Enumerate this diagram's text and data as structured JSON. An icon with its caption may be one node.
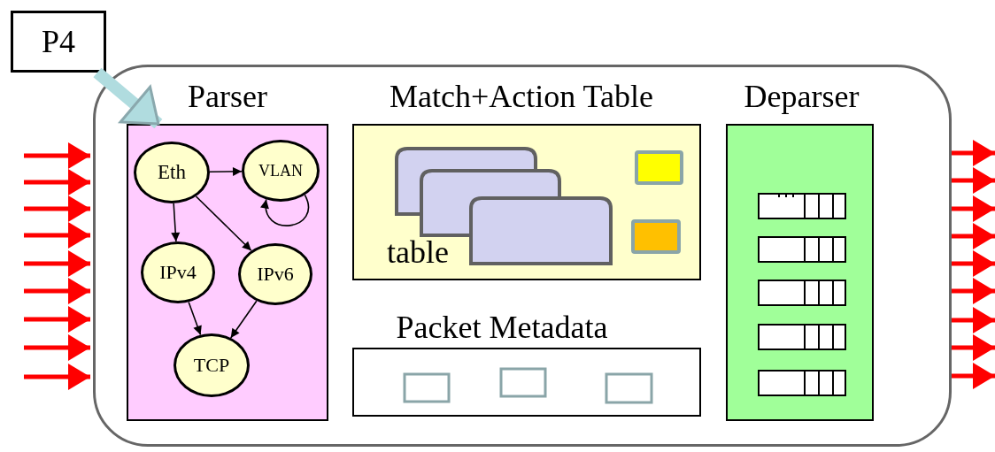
{
  "diagram": {
    "nodes": [
      {
        "text": [
          "P4"
        ]
      },
      {
        "text": [],
        "shape": "box"
      },
      {
        "text": [
          "Parser"
        ],
        "in": 1
      },
      {
        "text": [
          "Eth"
        ],
        "in": 2
      },
      {
        "text": [
          "VLAN"
        ],
        "in": 2
      },
      {
        "text": [
          "IPv4"
        ],
        "in": 2
      },
      {
        "text": [
          "IPv6"
        ],
        "in": 2
      },
      {
        "text": [
          "TCP"
        ],
        "in": 2
      },
      {
        "text": [
          "Match+Action Table"
        ],
        "in": 1
      },
      {
        "text": [
          "Packet Metadata"
        ],
        "in": 1
      },
      {
        "text": [
          "Deparser"
        ],
        "in": 1
      }
    ],
    "edges": [
      {
        "from": 0,
        "to": 2,
        "arrow": "to",
        "style": "thick",
        "color": "#b0dcdf"
      },
      {
        "from": 3,
        "to": 4,
        "arrow": "to",
        "color": "#000000"
      },
      {
        "from": 4,
        "to": 4,
        "arrow": "to",
        "color": "#000000"
      },
      {
        "from": 3,
        "to": 5,
        "arrow": "to",
        "color": "#000000"
      },
      {
        "from": 3,
        "to": 6,
        "arrow": "to",
        "color": "#000000"
      },
      {
        "from": 5,
        "to": 7,
        "arrow": "to",
        "color": "#000000"
      },
      {
        "from": 6,
        "to": 7,
        "arrow": "to",
        "color": "#000000"
      },
      {
        "from": null,
        "to": 1,
        "arrow": "to"
      },
      {
        "from": null,
        "to": 1,
        "arrow": "to"
      },
      {
        "from": null,
        "to": 1,
        "arrow": "to"
      },
      {
        "from": null,
        "to": 1,
        "arrow": "to"
      },
      {
        "from": null,
        "to": 1,
        "arrow": "to"
      },
      {
        "from": null,
        "to": 1,
        "arrow": "to"
      },
      {
        "from": null,
        "to": 1,
        "arrow": "to"
      },
      {
        "from": null,
        "to": 1,
        "arrow": "to"
      },
      {
        "from": null,
        "to": 1,
        "arrow": "to"
      },
      {
        "from": 1,
        "to": null,
        "arrow": "to"
      },
      {
        "from": 1,
        "to": null,
        "arrow": "to"
      },
      {
        "from": 1,
        "to": null,
        "arrow": "to"
      },
      {
        "from": 1,
        "to": null,
        "arrow": "to"
      },
      {
        "from": 1,
        "to": null,
        "arrow": "to"
      },
      {
        "from": 1,
        "to": null,
        "arrow": "to"
      },
      {
        "from": 1,
        "to": null,
        "arrow": "to"
      },
      {
        "from": 1,
        "to": null,
        "arrow": "to"
      },
      {
        "from": 1,
        "to": null,
        "arrow": "to"
      }
    ],
    "labels": [
      "table"
    ]
  }
}
